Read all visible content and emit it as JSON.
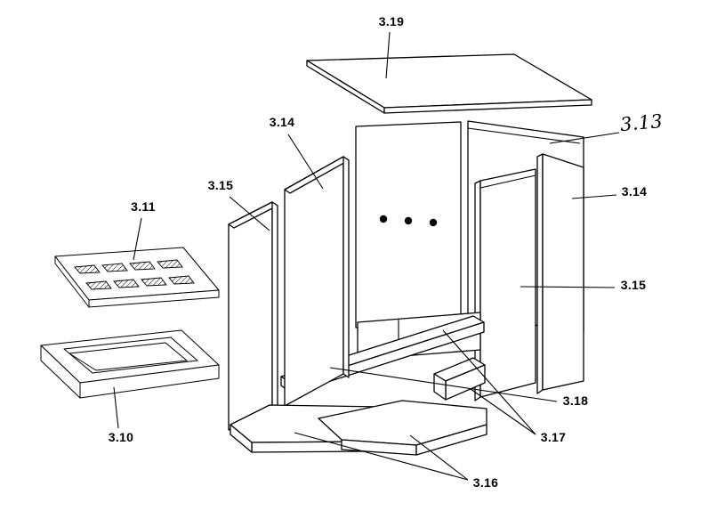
{
  "diagram": {
    "labels": {
      "top_plate": "3.19",
      "rear_right_panel": "3.13",
      "left_inner_panel": "3.14",
      "left_outer_panel": "3.15",
      "grate": "3.11",
      "ash_tray": "3.10",
      "right_outer_panel": "3.14",
      "right_inner_panel": "3.15",
      "floor_strip": "3.18",
      "highlighted_part": "3.17",
      "bottom_plates": "3.16"
    },
    "colors": {
      "highlight": "#e8121c",
      "line": "#000000",
      "background": "#ffffff"
    }
  }
}
